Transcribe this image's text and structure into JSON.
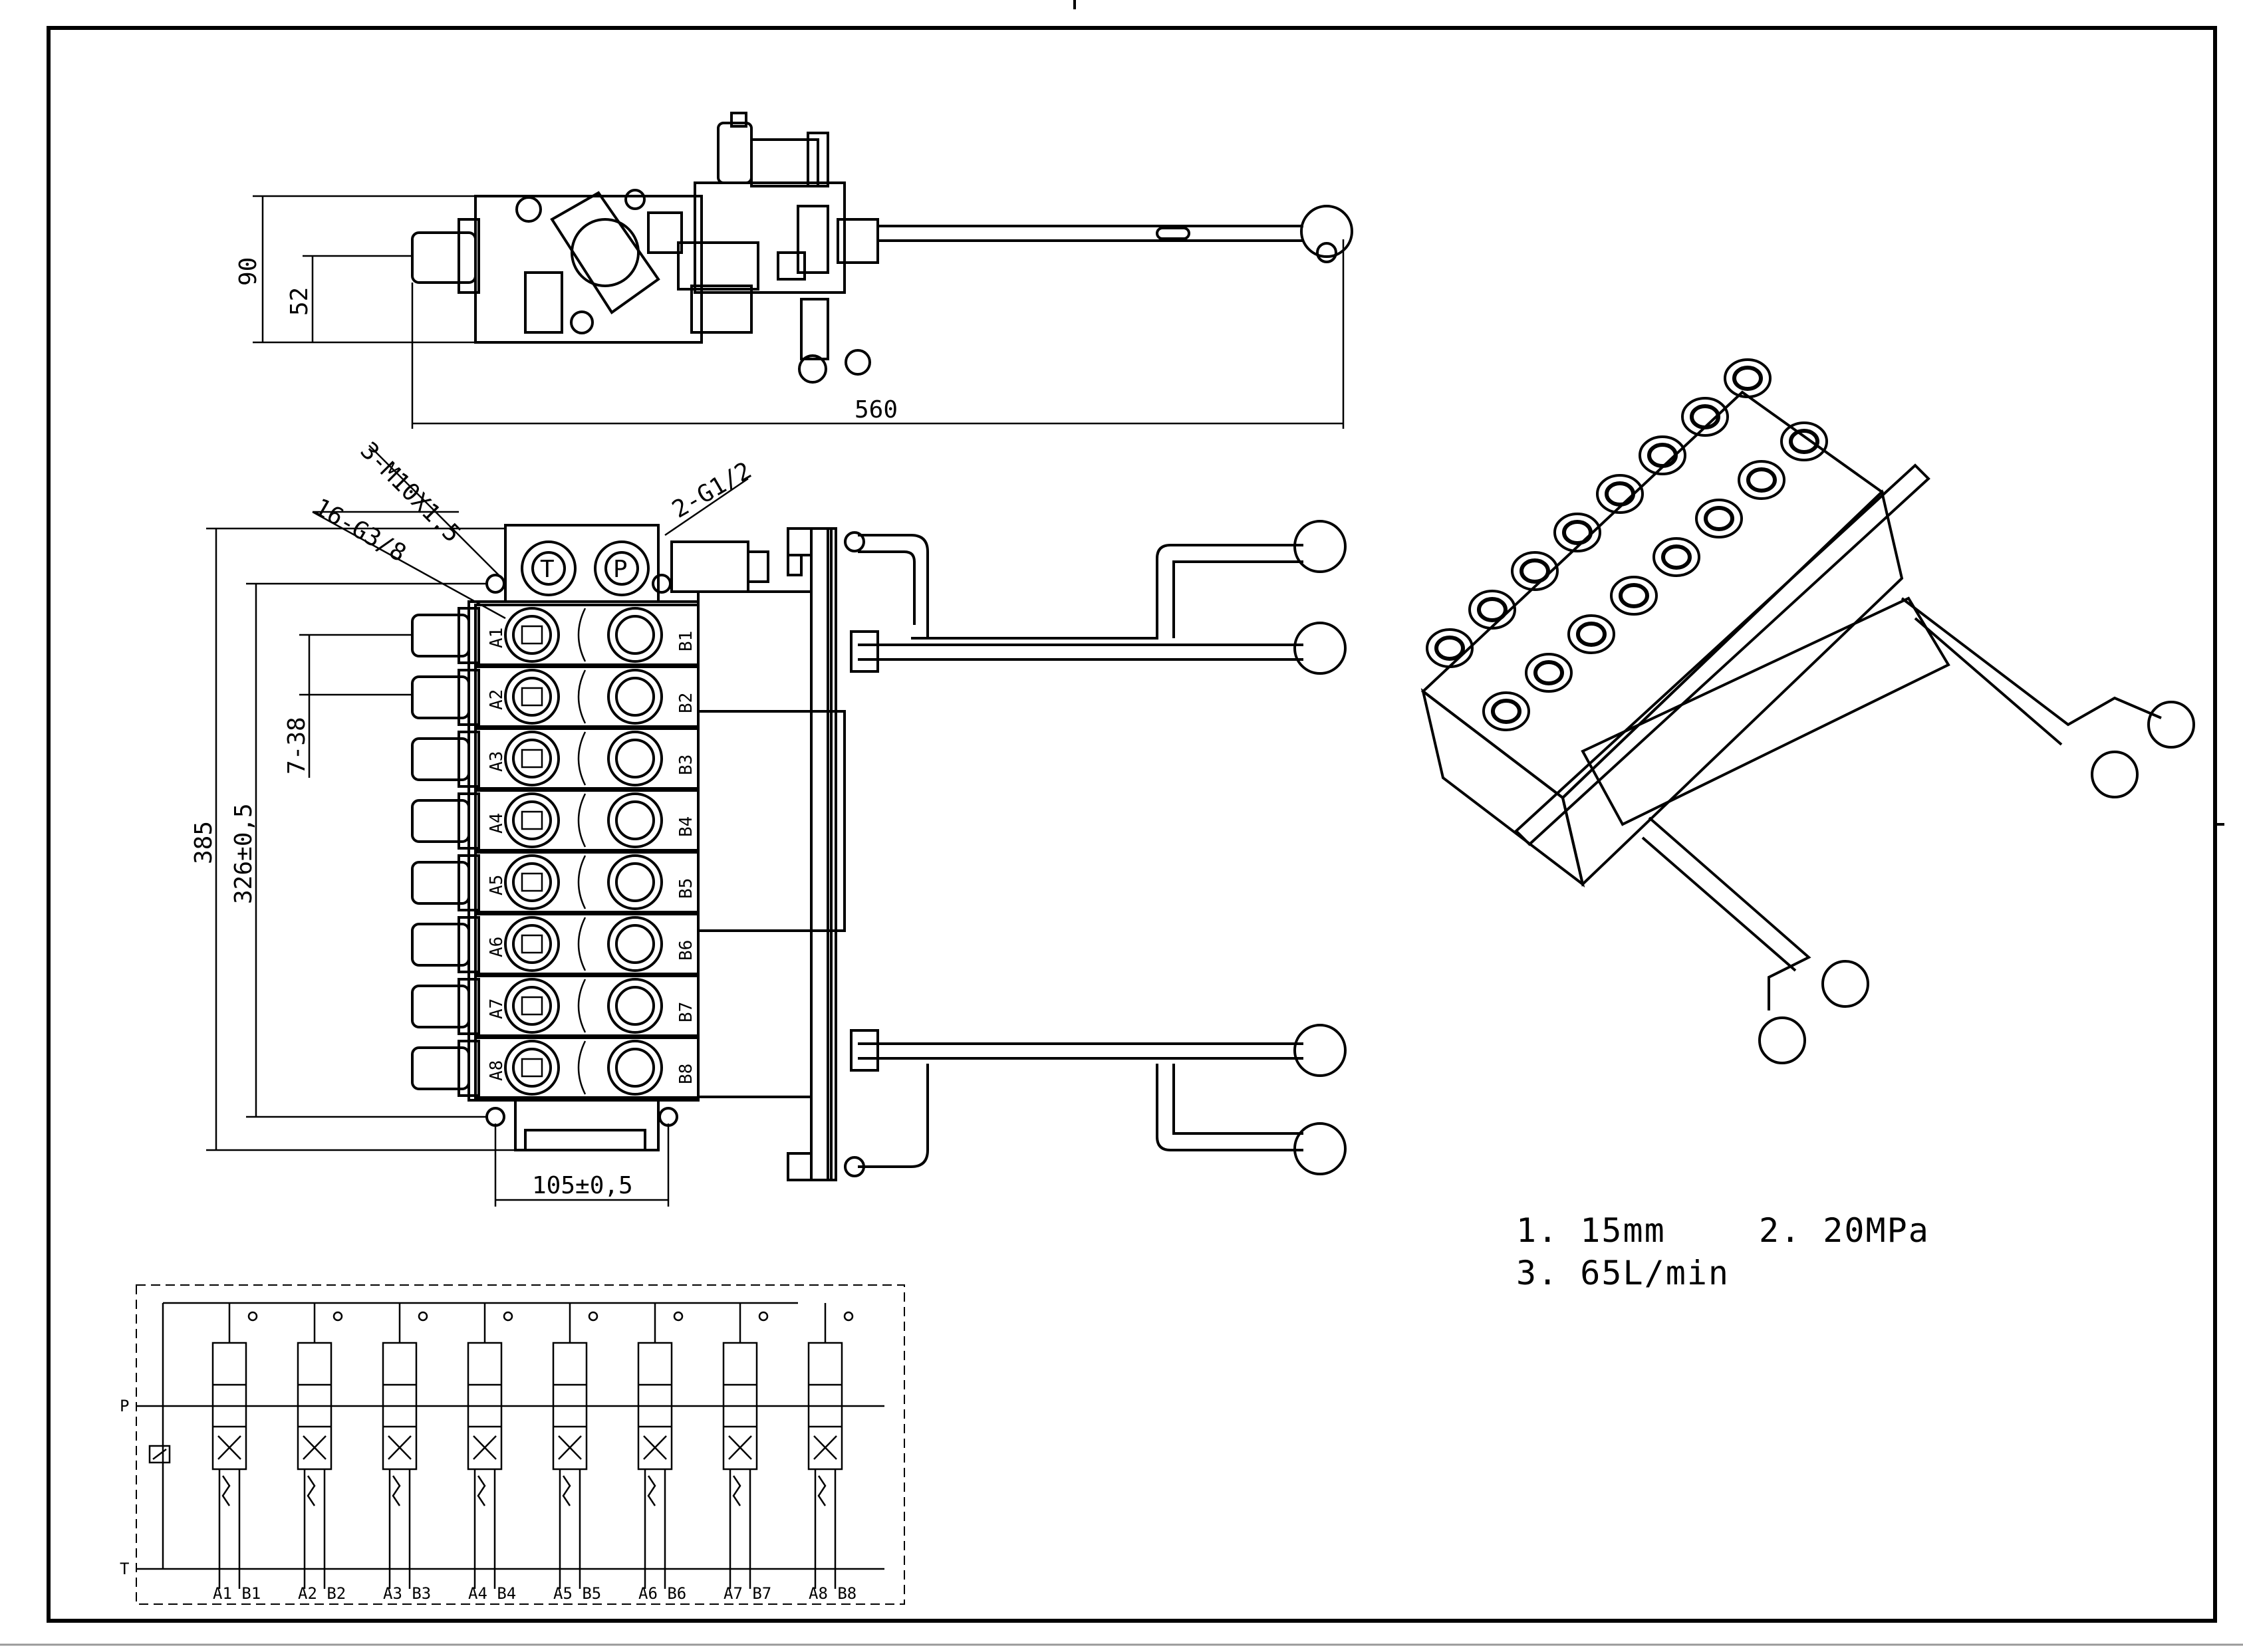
{
  "drawing": {
    "dimensions": {
      "top_height": "90",
      "top_center": "52",
      "top_length": "560",
      "front_total": "385",
      "front_mount": "326±0,5",
      "front_pitch": "7-38",
      "front_width": "105±0,5"
    },
    "callouts": {
      "mount_threads": "3-M10X1.5",
      "main_ports": "2-G1/2",
      "work_ports": "16-G3/8"
    },
    "port_labels": {
      "tank": "T",
      "pressure": "P"
    },
    "section_labels_b": [
      "B1",
      "B2",
      "B3",
      "B4",
      "B5",
      "B6",
      "B7",
      "B8"
    ],
    "section_labels_a": [
      "A1",
      "A2",
      "A3",
      "A4",
      "A5",
      "A6",
      "A7",
      "A8"
    ],
    "notes": {
      "note1": "1. 15mm",
      "note2": "2. 20MPa",
      "note3": "3. 65L/min"
    },
    "schematic": {
      "p_label": "P",
      "t_label": "T",
      "ports": [
        "A1 B1",
        "A2 B2",
        "A3 B3",
        "A4 B4",
        "A5 B5",
        "A6 B6",
        "A7 B7",
        "A8 B8"
      ]
    }
  }
}
